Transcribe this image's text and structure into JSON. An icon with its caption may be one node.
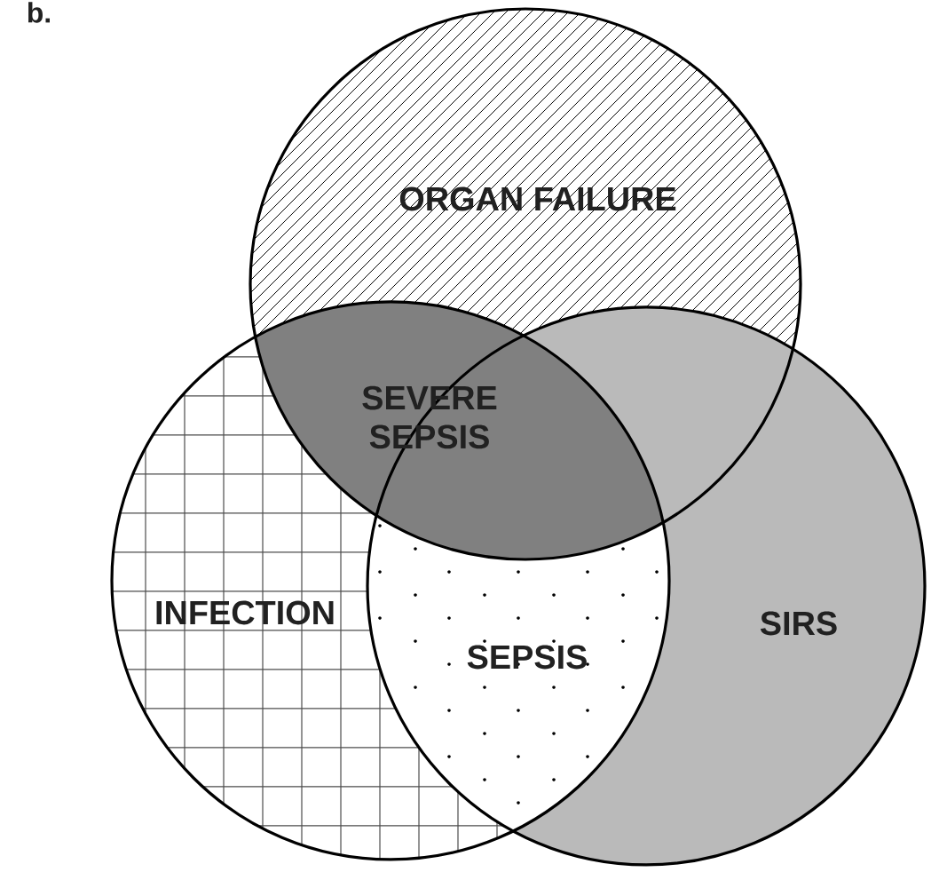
{
  "diagram": {
    "nodes": [
      {
        "text": [
          "ORGAN FAILURE"
        ]
      },
      {
        "text": [
          "INFECTION"
        ]
      },
      {
        "text": [
          "SIRS"
        ]
      }
    ],
    "labels": [
      "b.",
      "SEVERE SEPSIS",
      "SEPSIS"
    ]
  }
}
